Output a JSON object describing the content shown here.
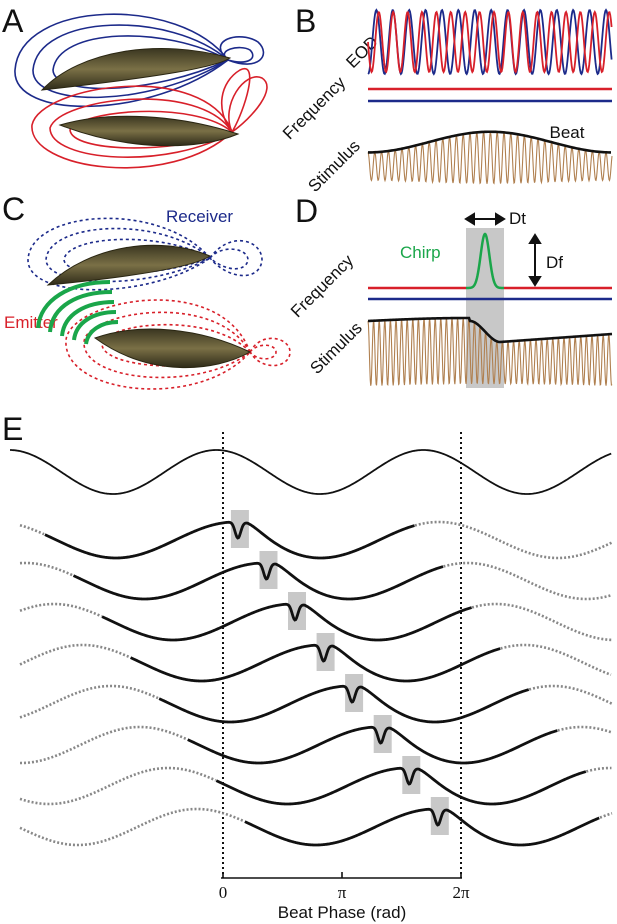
{
  "panels": {
    "a": {
      "letter": "A"
    },
    "b": {
      "letter": "B",
      "eod_label": "EOD",
      "frequency_label": "Frequency",
      "stimulus_label": "Stimulus",
      "beat_label": "Beat"
    },
    "c": {
      "letter": "C",
      "receiver_label": "Receiver",
      "emitter_label": "Emitter"
    },
    "d": {
      "letter": "D",
      "chirp_label": "Chirp",
      "dt_label": "Dt",
      "df_label": "Df",
      "frequency_label": "Frequency",
      "stimulus_label": "Stimulus"
    },
    "e": {
      "letter": "E",
      "tick_labels": [
        "0",
        "π",
        "2π"
      ],
      "xlabel": "Beat Phase (rad)",
      "chirp_phases": [
        0.05,
        0.17,
        0.29,
        0.41,
        0.53,
        0.65,
        0.77,
        0.89
      ]
    }
  },
  "colors": {
    "blue": "#1c2a8a",
    "red": "#d8202a",
    "green": "#1aa64a",
    "brown": "#b08050",
    "gray": "#c8c8c8",
    "dash": "#888888"
  },
  "icons": [
    "fish-receiver-photo",
    "fish-emitter-photo"
  ]
}
